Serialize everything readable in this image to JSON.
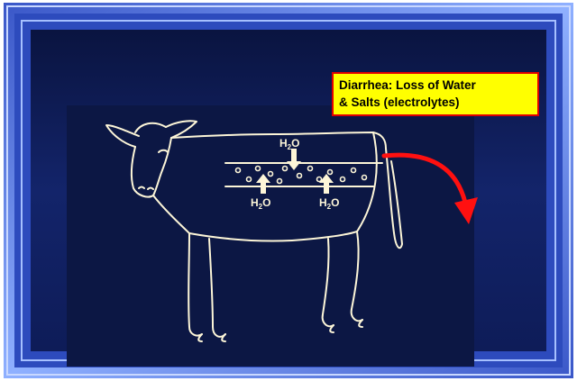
{
  "callout": {
    "line1": "Diarrhea: Loss of Water",
    "line2": "& Salts (electrolytes)"
  },
  "labels": {
    "h2o_top": "H",
    "h2o_left": "H",
    "h2o_right": "H",
    "sub": "2",
    "o": "O"
  },
  "colors": {
    "background": "#0d1a52",
    "border_light": "#7fa2f0",
    "panel": "#0c1744",
    "line_art": "#fdf6d8",
    "callout_fill": "#ffff00",
    "callout_border": "#e00000",
    "arrow": "#ff1010"
  }
}
